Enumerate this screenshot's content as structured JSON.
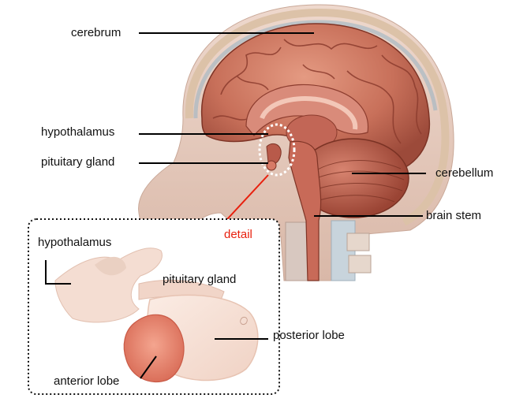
{
  "labels": {
    "cerebrum": "cerebrum",
    "hypothalamus": "hypothalamus",
    "pituitary_gland": "pituitary gland",
    "cerebellum": "cerebellum",
    "brain_stem": "brain stem",
    "detail": "detail",
    "inset_hypothalamus": "hypothalamus",
    "inset_pituitary_gland": "pituitary gland",
    "posterior_lobe": "posterior lobe",
    "anterior_lobe": "anterior lobe"
  },
  "colors": {
    "detail_arrow": "#e8200e",
    "brain_tissue": "#c9705a",
    "skin": "#e8cfc3"
  }
}
